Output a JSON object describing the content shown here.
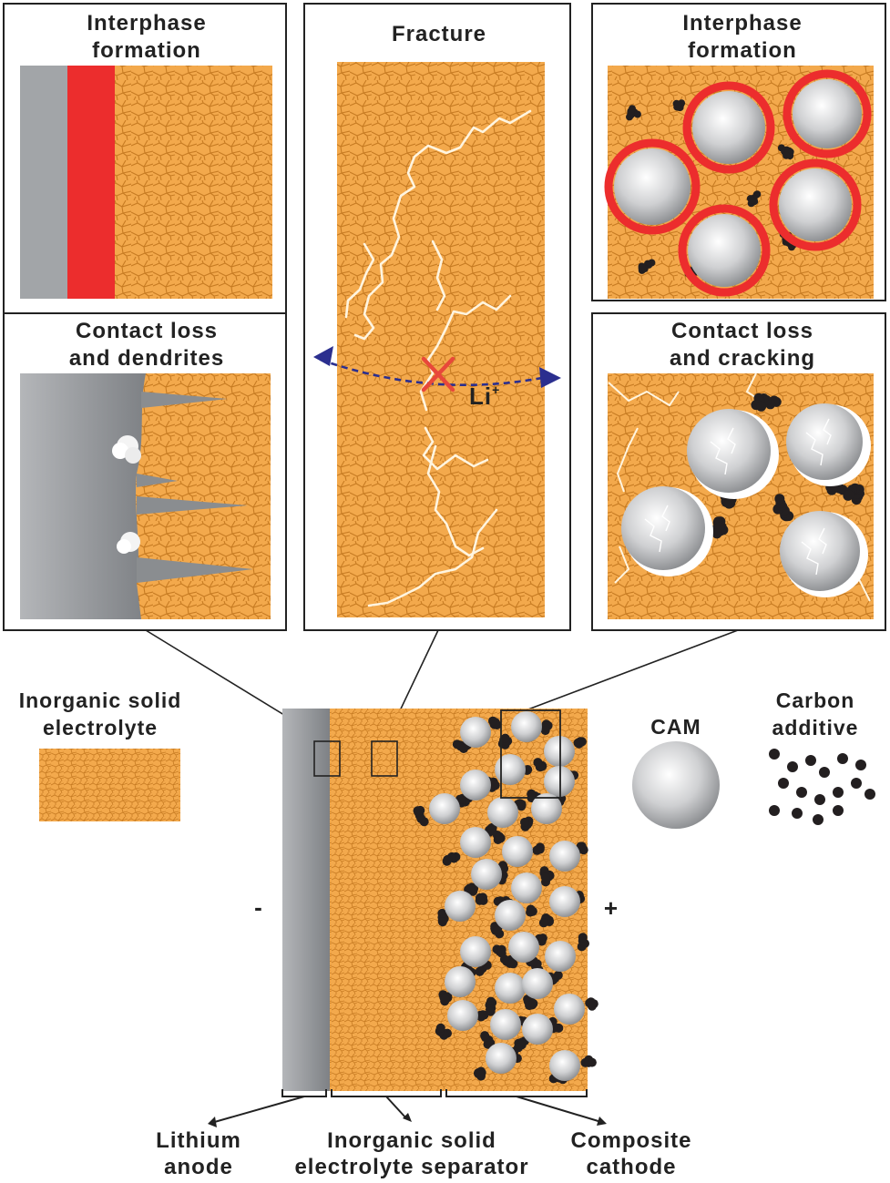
{
  "panels": {
    "anode_interphase": {
      "title_line1": "Interphase",
      "title_line2": "formation"
    },
    "anode_contact": {
      "title_line1": "Contact loss",
      "title_line2": "and dendrites"
    },
    "separator_fracture": {
      "title": "Fracture",
      "ion_label": "Li",
      "ion_charge": "+"
    },
    "cathode_interphase": {
      "title_line1": "Interphase",
      "title_line2": "formation"
    },
    "cathode_contact": {
      "title_line1": "Contact loss",
      "title_line2": "and cracking"
    }
  },
  "legend": {
    "electrolyte_line1": "Inorganic solid",
    "electrolyte_line2": "electrolyte",
    "cam": "CAM",
    "carbon_line1": "Carbon",
    "carbon_line2": "additive"
  },
  "cell": {
    "minus": "-",
    "plus": "+"
  },
  "bottom_labels": {
    "anode_line1": "Lithium",
    "anode_line2": "anode",
    "separator_line1": "Inorganic solid",
    "separator_line2": "electrolyte separator",
    "cathode_line1": "Composite",
    "cathode_line2": "cathode"
  },
  "colors": {
    "electrolyte": "#f3a94c",
    "grain_edge": "#c77b22",
    "lithium": "#a2a5a8",
    "interphase": "#ec2d2d",
    "carbon": "#231f20",
    "crack": "#fff5e0",
    "arrow": "#2b2f8f",
    "block_x": "#e8483a"
  }
}
